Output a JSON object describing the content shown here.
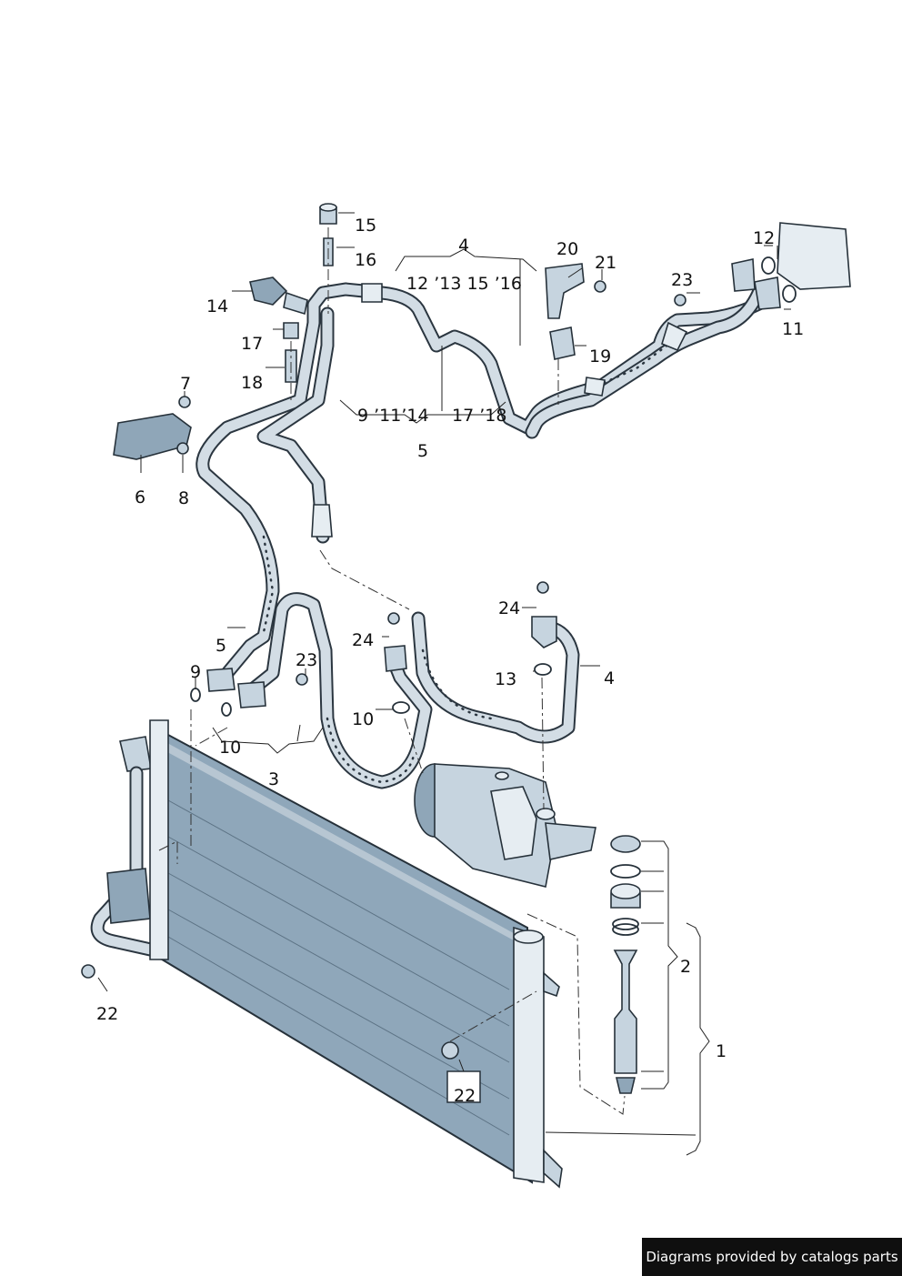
{
  "callouts": {
    "c1": "1",
    "c2": "2",
    "c3": "3",
    "c4_top": "4",
    "c4_bottom": "4",
    "c5_top": "5",
    "c5_left": "5",
    "c6": "6",
    "c7": "7",
    "c8": "8",
    "c9": "9",
    "c10_bottom": "10",
    "c10_mid": "10",
    "c11": "11",
    "c12": "12",
    "c13": "13",
    "c14": "14",
    "c15": "15",
    "c16": "16",
    "c17": "17",
    "c18": "18",
    "c19": "19",
    "c20": "20",
    "c21": "21",
    "c23_top": "23",
    "c23_mid": "23",
    "c24_mid": "24",
    "c24_right": "24",
    "c22_left": "22",
    "c22_box": "22",
    "group_4": "12 ’13   15 ’16",
    "group_5_left": "9 ’11’14",
    "group_5_right": "17 ’18"
  },
  "footer": {
    "credit": "Diagrams provided by catalogs parts"
  }
}
